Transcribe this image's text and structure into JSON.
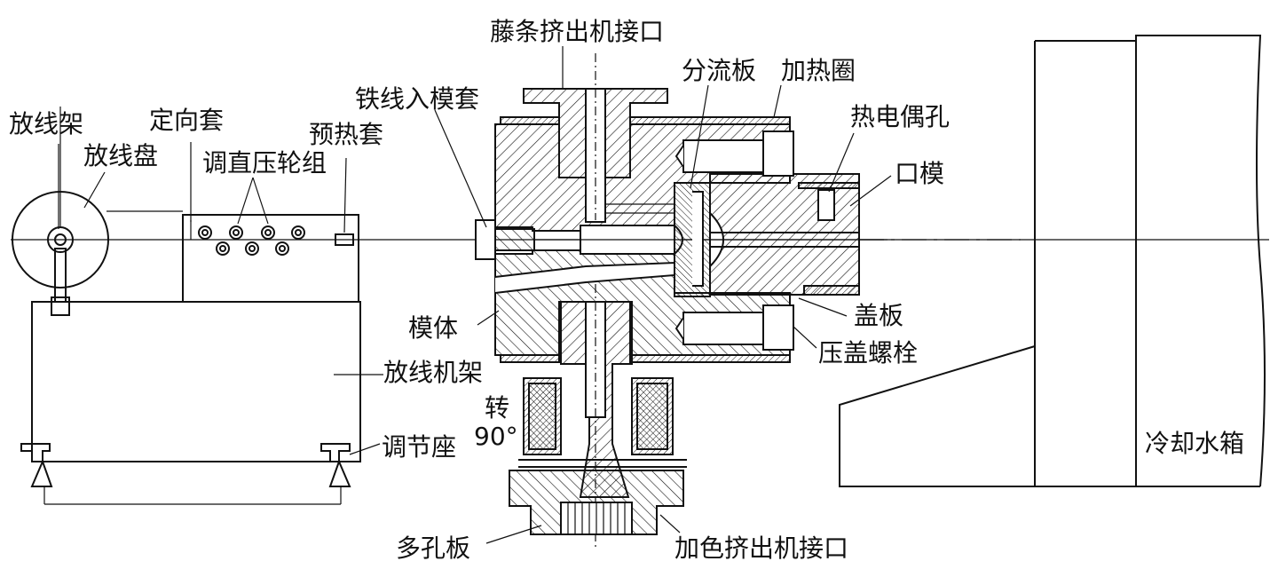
{
  "labels": {
    "fangxianjia": "放线架",
    "fangxianpan": "放线盘",
    "dingxiangtao": "定向套",
    "tiaozhi": "调直压轮组",
    "yuretao": "预热套",
    "fangxianjijia": "放线机架",
    "tiaojiezuo": "调节座",
    "tengtiao": "藤条挤出机接口",
    "tiexian": "铁线入模套",
    "fenliuban": "分流板",
    "jiarequan": "加热圈",
    "redianou": "热电偶孔",
    "koumo": "口模",
    "moti": "模体",
    "gaiban": "盖板",
    "yagai": "压盖螺栓",
    "zhuan": "转",
    "zhuan_deg": "90°",
    "duokongban": "多孔板",
    "jiase": "加色挤出机接口",
    "lengque": "冷却水箱"
  },
  "colors": {
    "line": "#111111",
    "background": "#ffffff"
  }
}
